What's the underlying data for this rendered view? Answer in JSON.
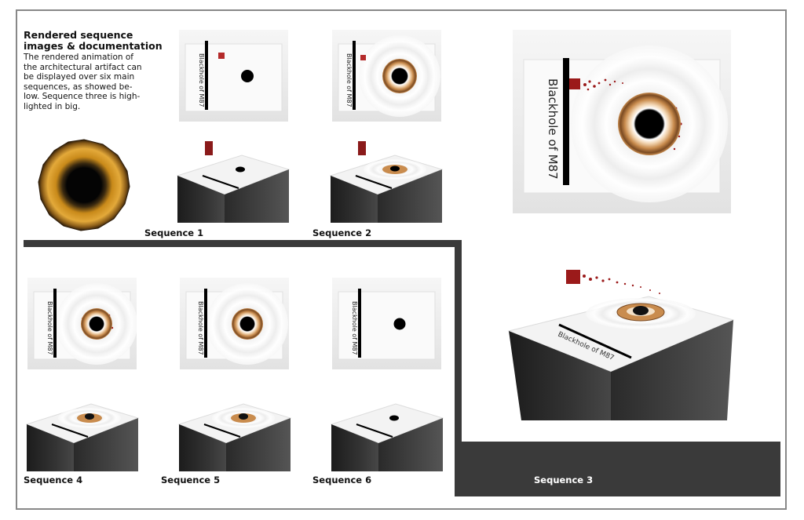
{
  "intro": {
    "heading_line1": "Rendered sequence",
    "heading_line2": "images & documentation",
    "body_lines": [
      "The rendered animation of",
      "the architectural artifact can",
      "be displayed over six main",
      "sequences, as showed be-",
      "low. Sequence three is high-",
      "lighted in big."
    ]
  },
  "plaque_text": "Blackhole of M87",
  "sequences": {
    "s1": "Sequence 1",
    "s2": "Sequence 2",
    "s3": "Sequence 3",
    "s4": "Sequence 4",
    "s5": "Sequence 5",
    "s6": "Sequence 6"
  },
  "colors": {
    "frame": "#888888",
    "dark_band": "#3a3a3a",
    "accretion_ring": "#c98c4e",
    "particle_red": "#9b1a1a"
  }
}
